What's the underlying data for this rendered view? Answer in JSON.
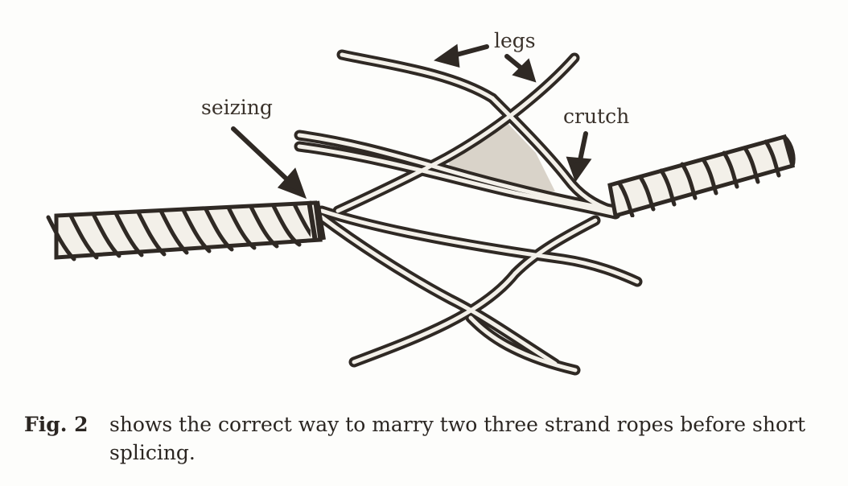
{
  "labels": {
    "legs": "legs",
    "seizing": "seizing",
    "crutch": "crutch"
  },
  "caption": {
    "figure": "Fig. 2",
    "line1": "shows the correct way to marry two three strand ropes before short",
    "line2": "splicing."
  },
  "colors": {
    "ink": "#2f2924",
    "rope_fill": "#f3f0e9",
    "crutch_fill": "#d9d3c9",
    "paper": "#fdfdfb"
  }
}
